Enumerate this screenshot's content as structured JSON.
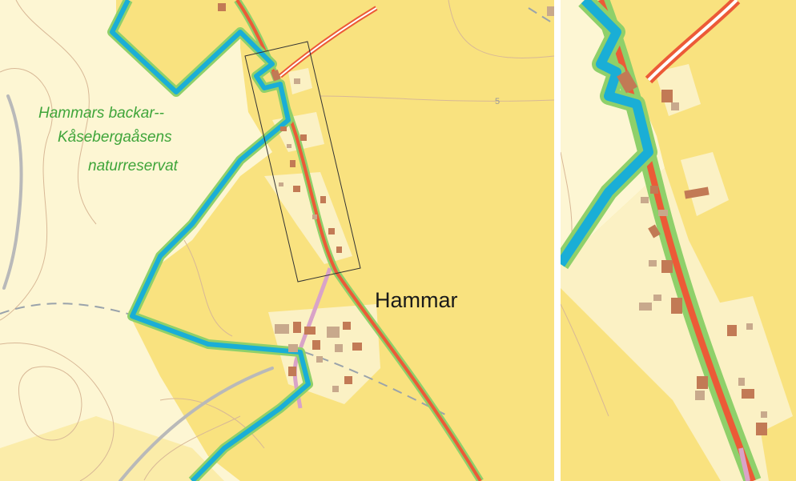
{
  "map": {
    "reserve_label_lines": [
      "Hammars backar--",
      "Kåsebergaåsens",
      "naturreservat"
    ],
    "place_label": "Hammar",
    "contour_label": "5",
    "colors": {
      "farmland": "#f9e27f",
      "open_land": "#fdf6d3",
      "settlement": "#fbf1c4",
      "reserve_border": "#1aaed6",
      "reserve_halo": "#8fd06a",
      "road_red": "#ec5a37",
      "road_green": "#6fbf4f",
      "building": "#c27a55",
      "building_alt": "#c8a98c",
      "contour": "#d8b896",
      "gravel_road": "#b9b9b9",
      "path_pink": "#d9a3c8",
      "dashed_track": "#9aa3ab"
    }
  }
}
